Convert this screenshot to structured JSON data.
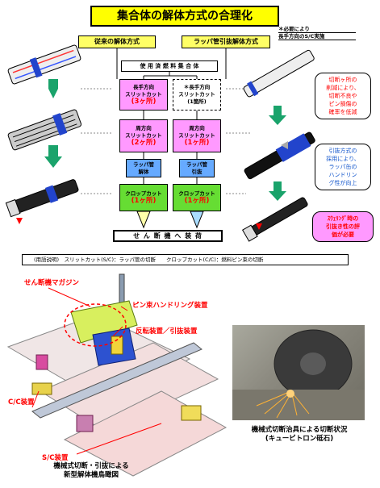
{
  "title": "集合体の解体方式の合理化",
  "note_lines": [
    "＊必要により",
    "長手方向のS/C実施"
  ],
  "left_header": "従来の解体方式",
  "right_header": "ラッパ管引抜解体方式",
  "fuel_box": "使 用 済 燃 料 集 合 体",
  "left_flow": {
    "long_cut": [
      "長手方向",
      "スリットカット",
      "(3ヶ所)"
    ],
    "circ_cut": [
      "周方向",
      "スリットカット",
      "(2ヶ所)"
    ],
    "wrapper": [
      "ラッパ管",
      "解体"
    ],
    "crop": [
      "クロップカット",
      "(1ヶ所)"
    ]
  },
  "right_flow": {
    "long_cut": [
      "＊長手方向",
      "スリットカット",
      "(1箇所)"
    ],
    "circ_cut": [
      "周方向",
      "スリットカット",
      "(1ヶ所)"
    ],
    "wrapper": [
      "ラッパ管",
      "引抜"
    ],
    "crop": [
      "クロップカット",
      "(1ヶ所)"
    ]
  },
  "final_box": "せ ん 断 機 へ 装 荷",
  "callouts": {
    "top": [
      "切断ヶ所の",
      "削減により、",
      "切断不良や",
      "ピン損傷の",
      "確率を低減"
    ],
    "middle": [
      "引抜方式の",
      "採用により、",
      "ラッパ缶の",
      "ハンドリン",
      "グ性が向上"
    ],
    "bottom": [
      "ｽｳｪﾘﾝｸﾞ時の",
      "引抜き性の評",
      "価が必要"
    ]
  },
  "glossary": "(用語説明)　スリットカット(S/C)：ラッパ管の切断　　クロップカット(C/C)：燃料ピン束の切断",
  "machine_labels": {
    "magazine": "せん断機マガジン",
    "pin_handling": "ピン束ハンドリング装置",
    "reverse": "反転装置／引抜装置",
    "cc": "C/C装置",
    "sc": "S/C装置"
  },
  "machine_caption": [
    "機械式切断・引抜による",
    "新型解体機鳥瞰図"
  ],
  "photo_caption": [
    "機械式切断治具による切断状況",
    "(キュービトロン砥石)"
  ],
  "colors": {
    "title_bg": "#ffff00",
    "pink": "#ff99ff",
    "blue": "#66aaff",
    "green": "#66dd33",
    "arrow": "#1aa36b",
    "red": "#ff0000"
  }
}
